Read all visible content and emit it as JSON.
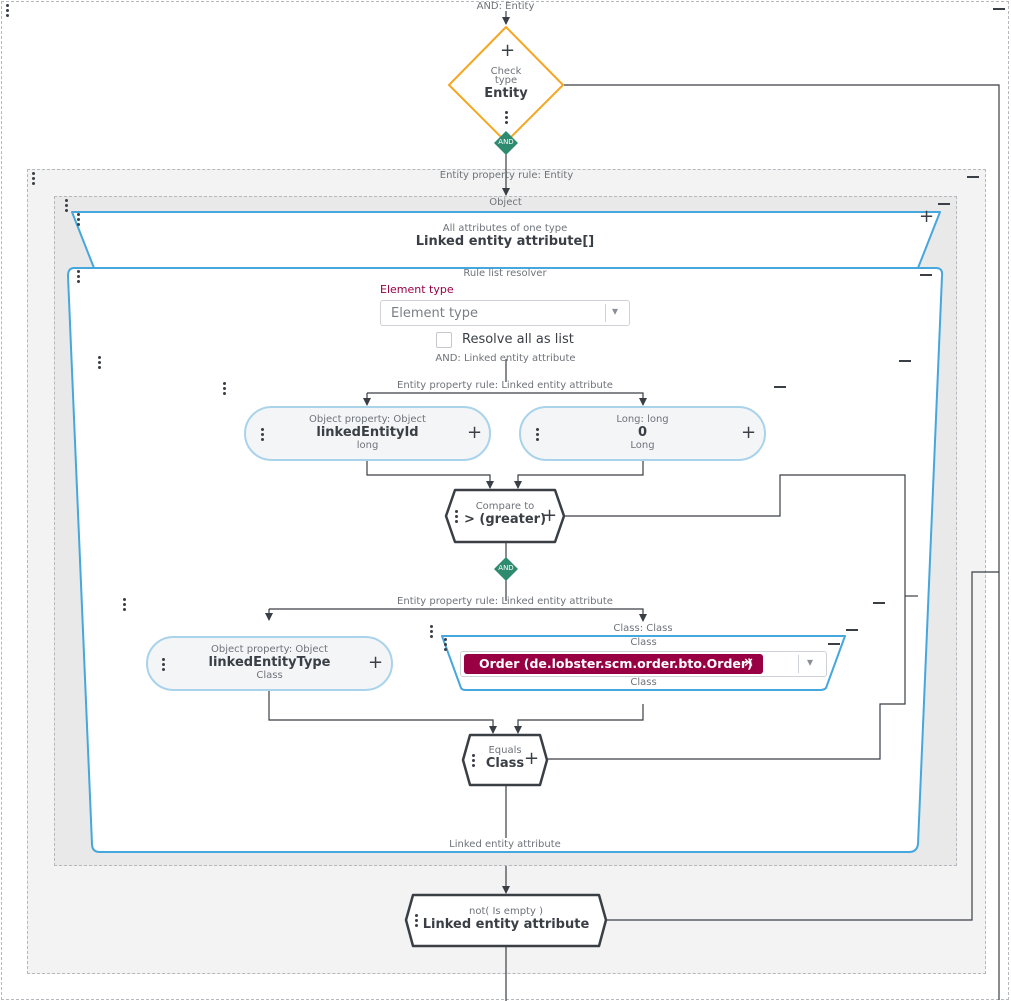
{
  "root": {
    "title": "AND: Entity"
  },
  "check_type": {
    "line1": "Check",
    "line2": "type",
    "type": "Entity"
  },
  "and_badge_1": "AND",
  "and_badge_2": "AND",
  "entity_rule": {
    "title": "Entity property rule: Entity"
  },
  "object_group": {
    "title": "Object"
  },
  "all_attributes": {
    "caption": "All attributes of one type",
    "name": "Linked entity attribute[]"
  },
  "resolver": {
    "title": "Rule list resolver",
    "element_type_label": "Element type",
    "element_type_placeholder": "Element type",
    "resolve_all_label": "Resolve all as list",
    "footer": "Linked entity attribute"
  },
  "and_linked": {
    "title": "AND: Linked entity attribute"
  },
  "rule1": {
    "title": "Entity property rule: Linked entity attribute",
    "left_pill": {
      "caption": "Object property: Object",
      "name": "linkedEntityId",
      "type": "long"
    },
    "right_pill": {
      "caption": "Long: long",
      "name": "0",
      "type": "Long"
    },
    "compare": {
      "caption": "Compare to",
      "name": "> (greater)"
    }
  },
  "rule2": {
    "title": "Entity property rule: Linked entity attribute",
    "left_pill": {
      "caption": "Object property: Object",
      "name": "linkedEntityType",
      "type": "Class"
    },
    "class_group": {
      "title": "Class: Class",
      "caption": "Class",
      "chip": "Order (de.lobster.scm.order.bto.Order)",
      "footer": "Class"
    },
    "equals": {
      "caption": "Equals",
      "name": "Class"
    }
  },
  "not_empty": {
    "caption": "not( Is empty )",
    "name": "Linked entity attribute"
  },
  "colors": {
    "accent": "#f5a623",
    "and_badge": "#2e8b6f",
    "node_border": "#3a3f45",
    "pill_border": "#a9d3ea",
    "resolver_border": "#45a7dd",
    "chip": "#990044"
  },
  "icons": {
    "plus": "+",
    "minus": "−",
    "remove": "✕",
    "dropdown": "▾"
  }
}
